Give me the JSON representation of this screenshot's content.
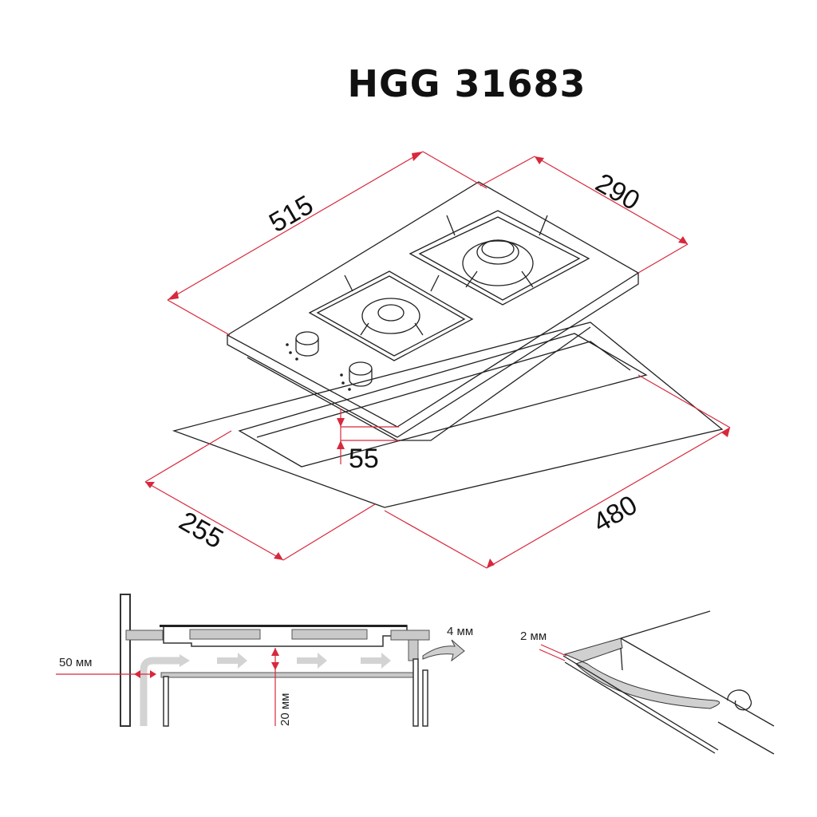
{
  "title": "HGG 31683",
  "top_view": {
    "dimensions": {
      "width": "515",
      "depth": "290",
      "height": "55",
      "cutout_depth": "255",
      "cutout_width": "480"
    }
  },
  "side_view": {
    "labels": {
      "side_clearance": "50 мм",
      "air_gap": "20 мм",
      "vent_gap": "4 мм"
    }
  },
  "seal_view": {
    "labels": {
      "seal_thickness": "2 мм"
    }
  },
  "colors": {
    "dimension_line": "#d8283c",
    "outline": "#222222",
    "fill_gray": "#c9c9c9",
    "airflow_arrow": "#cfcfcf"
  }
}
